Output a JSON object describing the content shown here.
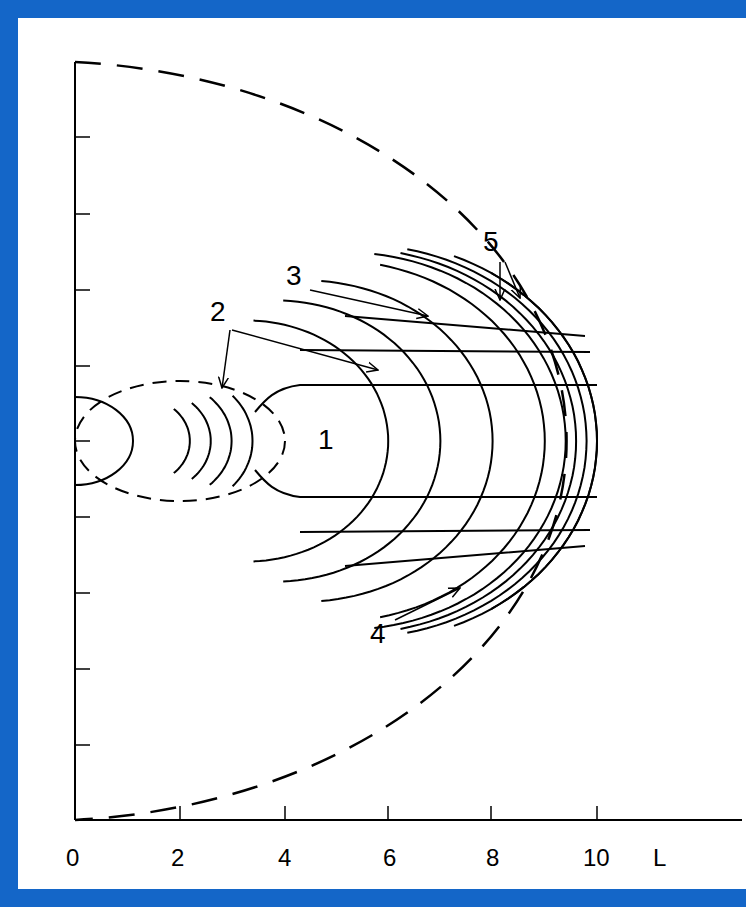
{
  "diagram": {
    "labels": [
      "5",
      "3",
      "2",
      "1",
      "4",
      "0",
      "2",
      "4",
      "6",
      "8",
      "10",
      "L"
    ]
  }
}
